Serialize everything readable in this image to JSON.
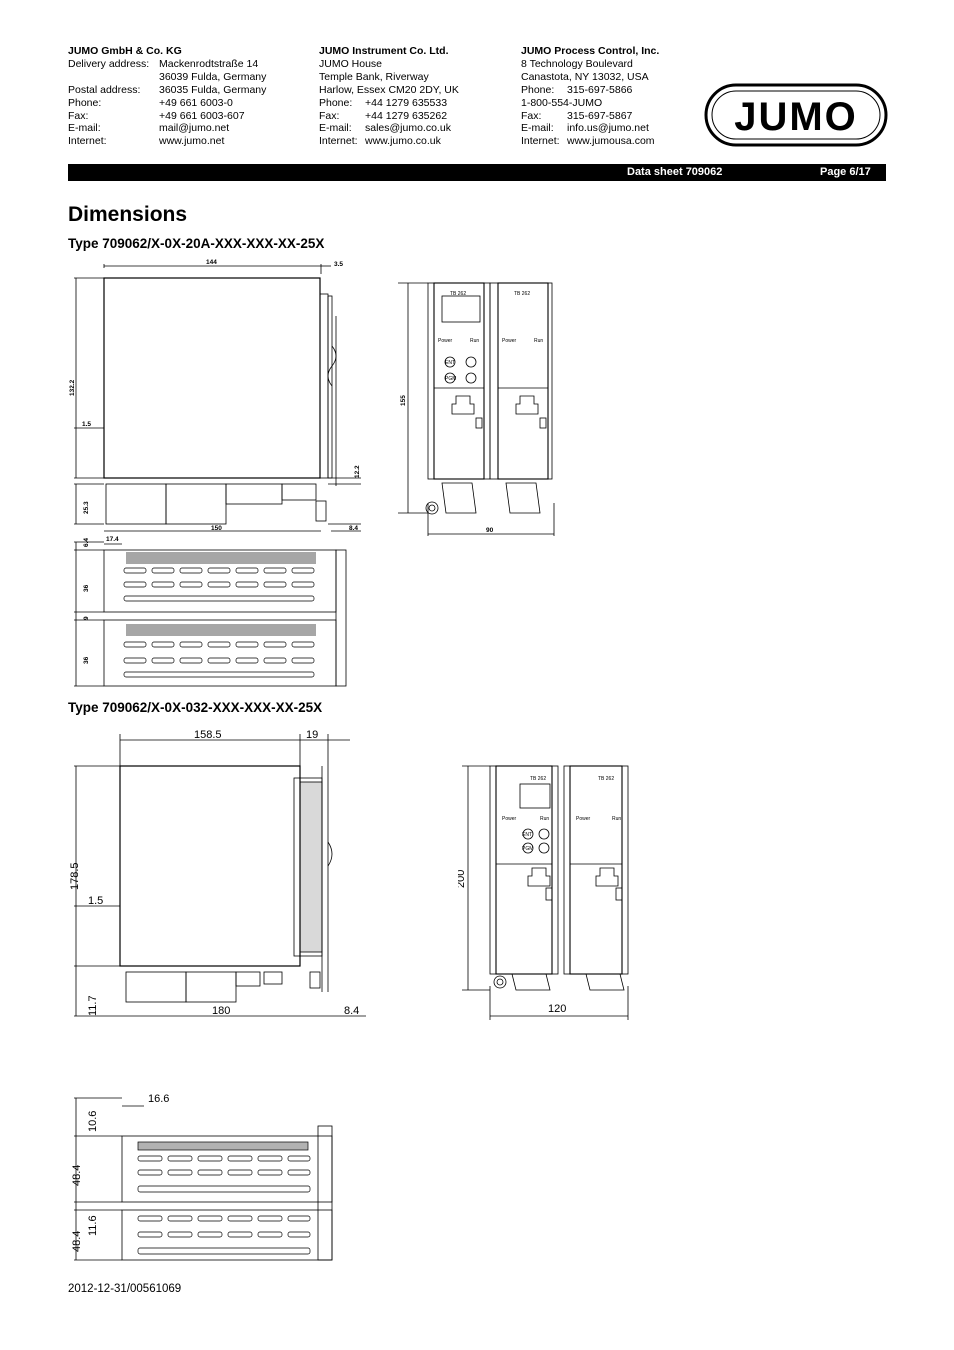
{
  "companies": [
    {
      "name": "JUMO GmbH & Co. KG",
      "lines": [
        [
          "Delivery address:",
          "Mackenrodtstraße 14"
        ],
        [
          "",
          "36039 Fulda, Germany"
        ],
        [
          "Postal address:",
          "36035 Fulda, Germany"
        ],
        [
          "Phone:",
          "+49 661 6003-0"
        ],
        [
          "Fax:",
          "+49 661 6003-607"
        ],
        [
          "E-mail:",
          "mail@jumo.net"
        ],
        [
          "Internet:",
          "www.jumo.net"
        ]
      ]
    },
    {
      "name": "JUMO Instrument Co. Ltd.",
      "lines": [
        [
          "",
          "JUMO House"
        ],
        [
          "",
          "Temple Bank, Riverway"
        ],
        [
          "",
          "Harlow, Essex CM20 2DY, UK"
        ],
        [
          "Phone:",
          "+44 1279 635533"
        ],
        [
          "Fax:",
          "+44 1279 635262"
        ],
        [
          "E-mail:",
          "sales@jumo.co.uk"
        ],
        [
          "Internet:",
          "www.jumo.co.uk"
        ]
      ]
    },
    {
      "name": "JUMO Process Control, Inc.",
      "lines": [
        [
          "",
          "8 Technology Boulevard"
        ],
        [
          "",
          "Canastota, NY 13032, USA"
        ],
        [
          "Phone:",
          "315-697-5866"
        ],
        [
          "",
          "1-800-554-JUMO"
        ],
        [
          "Fax:",
          "315-697-5867"
        ],
        [
          "E-mail:",
          "info.us@jumo.net"
        ],
        [
          "Internet:",
          "www.jumousa.com"
        ]
      ]
    }
  ],
  "logo_text": "JUMO",
  "header_bar": {
    "datasheet": "Data sheet 709062",
    "page": "Page 6/17"
  },
  "title": "Dimensions",
  "type1": "Type 709062/X-0X-20A-XXX-XXX-XX-25X",
  "type2": "Type 709062/X-0X-032-XXX-XXX-XX-25X",
  "dims1": {
    "w144": "144",
    "w3_5": "3.5",
    "h132_2": "132.2",
    "d1_5": "1.5",
    "d12_2": "12.2",
    "d25_3": "25.3",
    "w150": "150",
    "d8_4": "8.4",
    "d6_4": "6.4",
    "d17_4": "17.4",
    "d36a": "36",
    "d9": "9",
    "d36b": "36",
    "h155": "155",
    "w90": "90"
  },
  "dims2": {
    "w158_5": "158.5",
    "w19": "19",
    "h178_5": "178.5",
    "d1_5": "1.5",
    "d11_7": "11.7",
    "w180": "180",
    "d8_4": "8.4",
    "h200": "200",
    "w120": "120",
    "d10_6": "10.6",
    "d16_6": "16.6",
    "d48_4a": "48.4",
    "d11_6": "11.6",
    "d48_4b": "48.4"
  },
  "device_labels": {
    "model": "TB 262",
    "power": "Power",
    "run": "Run",
    "ent": "ENT",
    "pgm": "PGM"
  },
  "footer": "2012-12-31/00561069",
  "colors": {
    "ink": "#000000",
    "paper": "#ffffff"
  }
}
